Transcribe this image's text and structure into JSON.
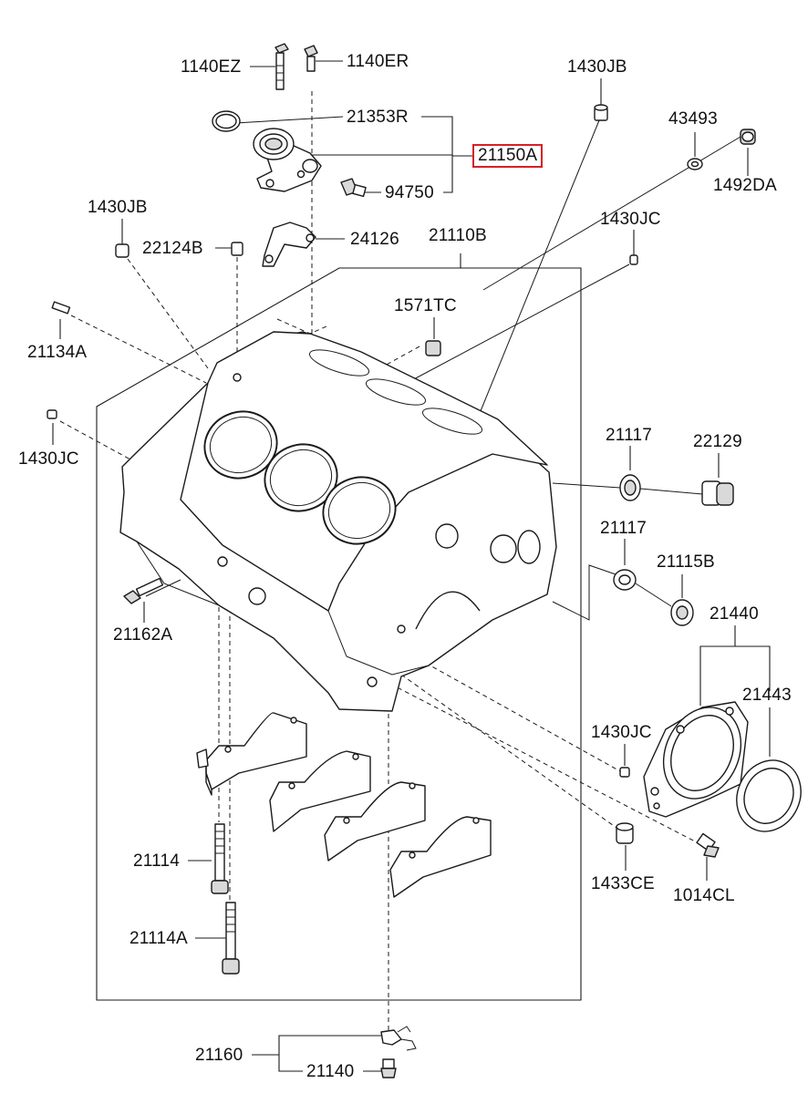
{
  "diagram": {
    "highlight_color": "#d81f26",
    "labels": [
      {
        "id": "1140EZ",
        "text": "1140EZ"
      },
      {
        "id": "1140ER",
        "text": "1140ER"
      },
      {
        "id": "1430JB_top",
        "text": "1430JB"
      },
      {
        "id": "21353R",
        "text": "21353R"
      },
      {
        "id": "43493",
        "text": "43493"
      },
      {
        "id": "21150A",
        "text": "21150A"
      },
      {
        "id": "1492DA",
        "text": "1492DA"
      },
      {
        "id": "94750",
        "text": "94750"
      },
      {
        "id": "1430JB_left",
        "text": "1430JB"
      },
      {
        "id": "1430JC_top",
        "text": "1430JC"
      },
      {
        "id": "22124B",
        "text": "22124B"
      },
      {
        "id": "24126",
        "text": "24126"
      },
      {
        "id": "21110B",
        "text": "21110B"
      },
      {
        "id": "1571TC",
        "text": "1571TC"
      },
      {
        "id": "21134A",
        "text": "21134A"
      },
      {
        "id": "1430JC_left",
        "text": "1430JC"
      },
      {
        "id": "21117_a",
        "text": "21117"
      },
      {
        "id": "22129",
        "text": "22129"
      },
      {
        "id": "21117_b",
        "text": "21117"
      },
      {
        "id": "21115B",
        "text": "21115B"
      },
      {
        "id": "21162A",
        "text": "21162A"
      },
      {
        "id": "21440",
        "text": "21440"
      },
      {
        "id": "21443",
        "text": "21443"
      },
      {
        "id": "1430JC_right",
        "text": "1430JC"
      },
      {
        "id": "21114",
        "text": "21114"
      },
      {
        "id": "1433CE",
        "text": "1433CE"
      },
      {
        "id": "1014CL",
        "text": "1014CL"
      },
      {
        "id": "21114A",
        "text": "21114A"
      },
      {
        "id": "21160",
        "text": "21160"
      },
      {
        "id": "21140",
        "text": "21140"
      }
    ]
  }
}
